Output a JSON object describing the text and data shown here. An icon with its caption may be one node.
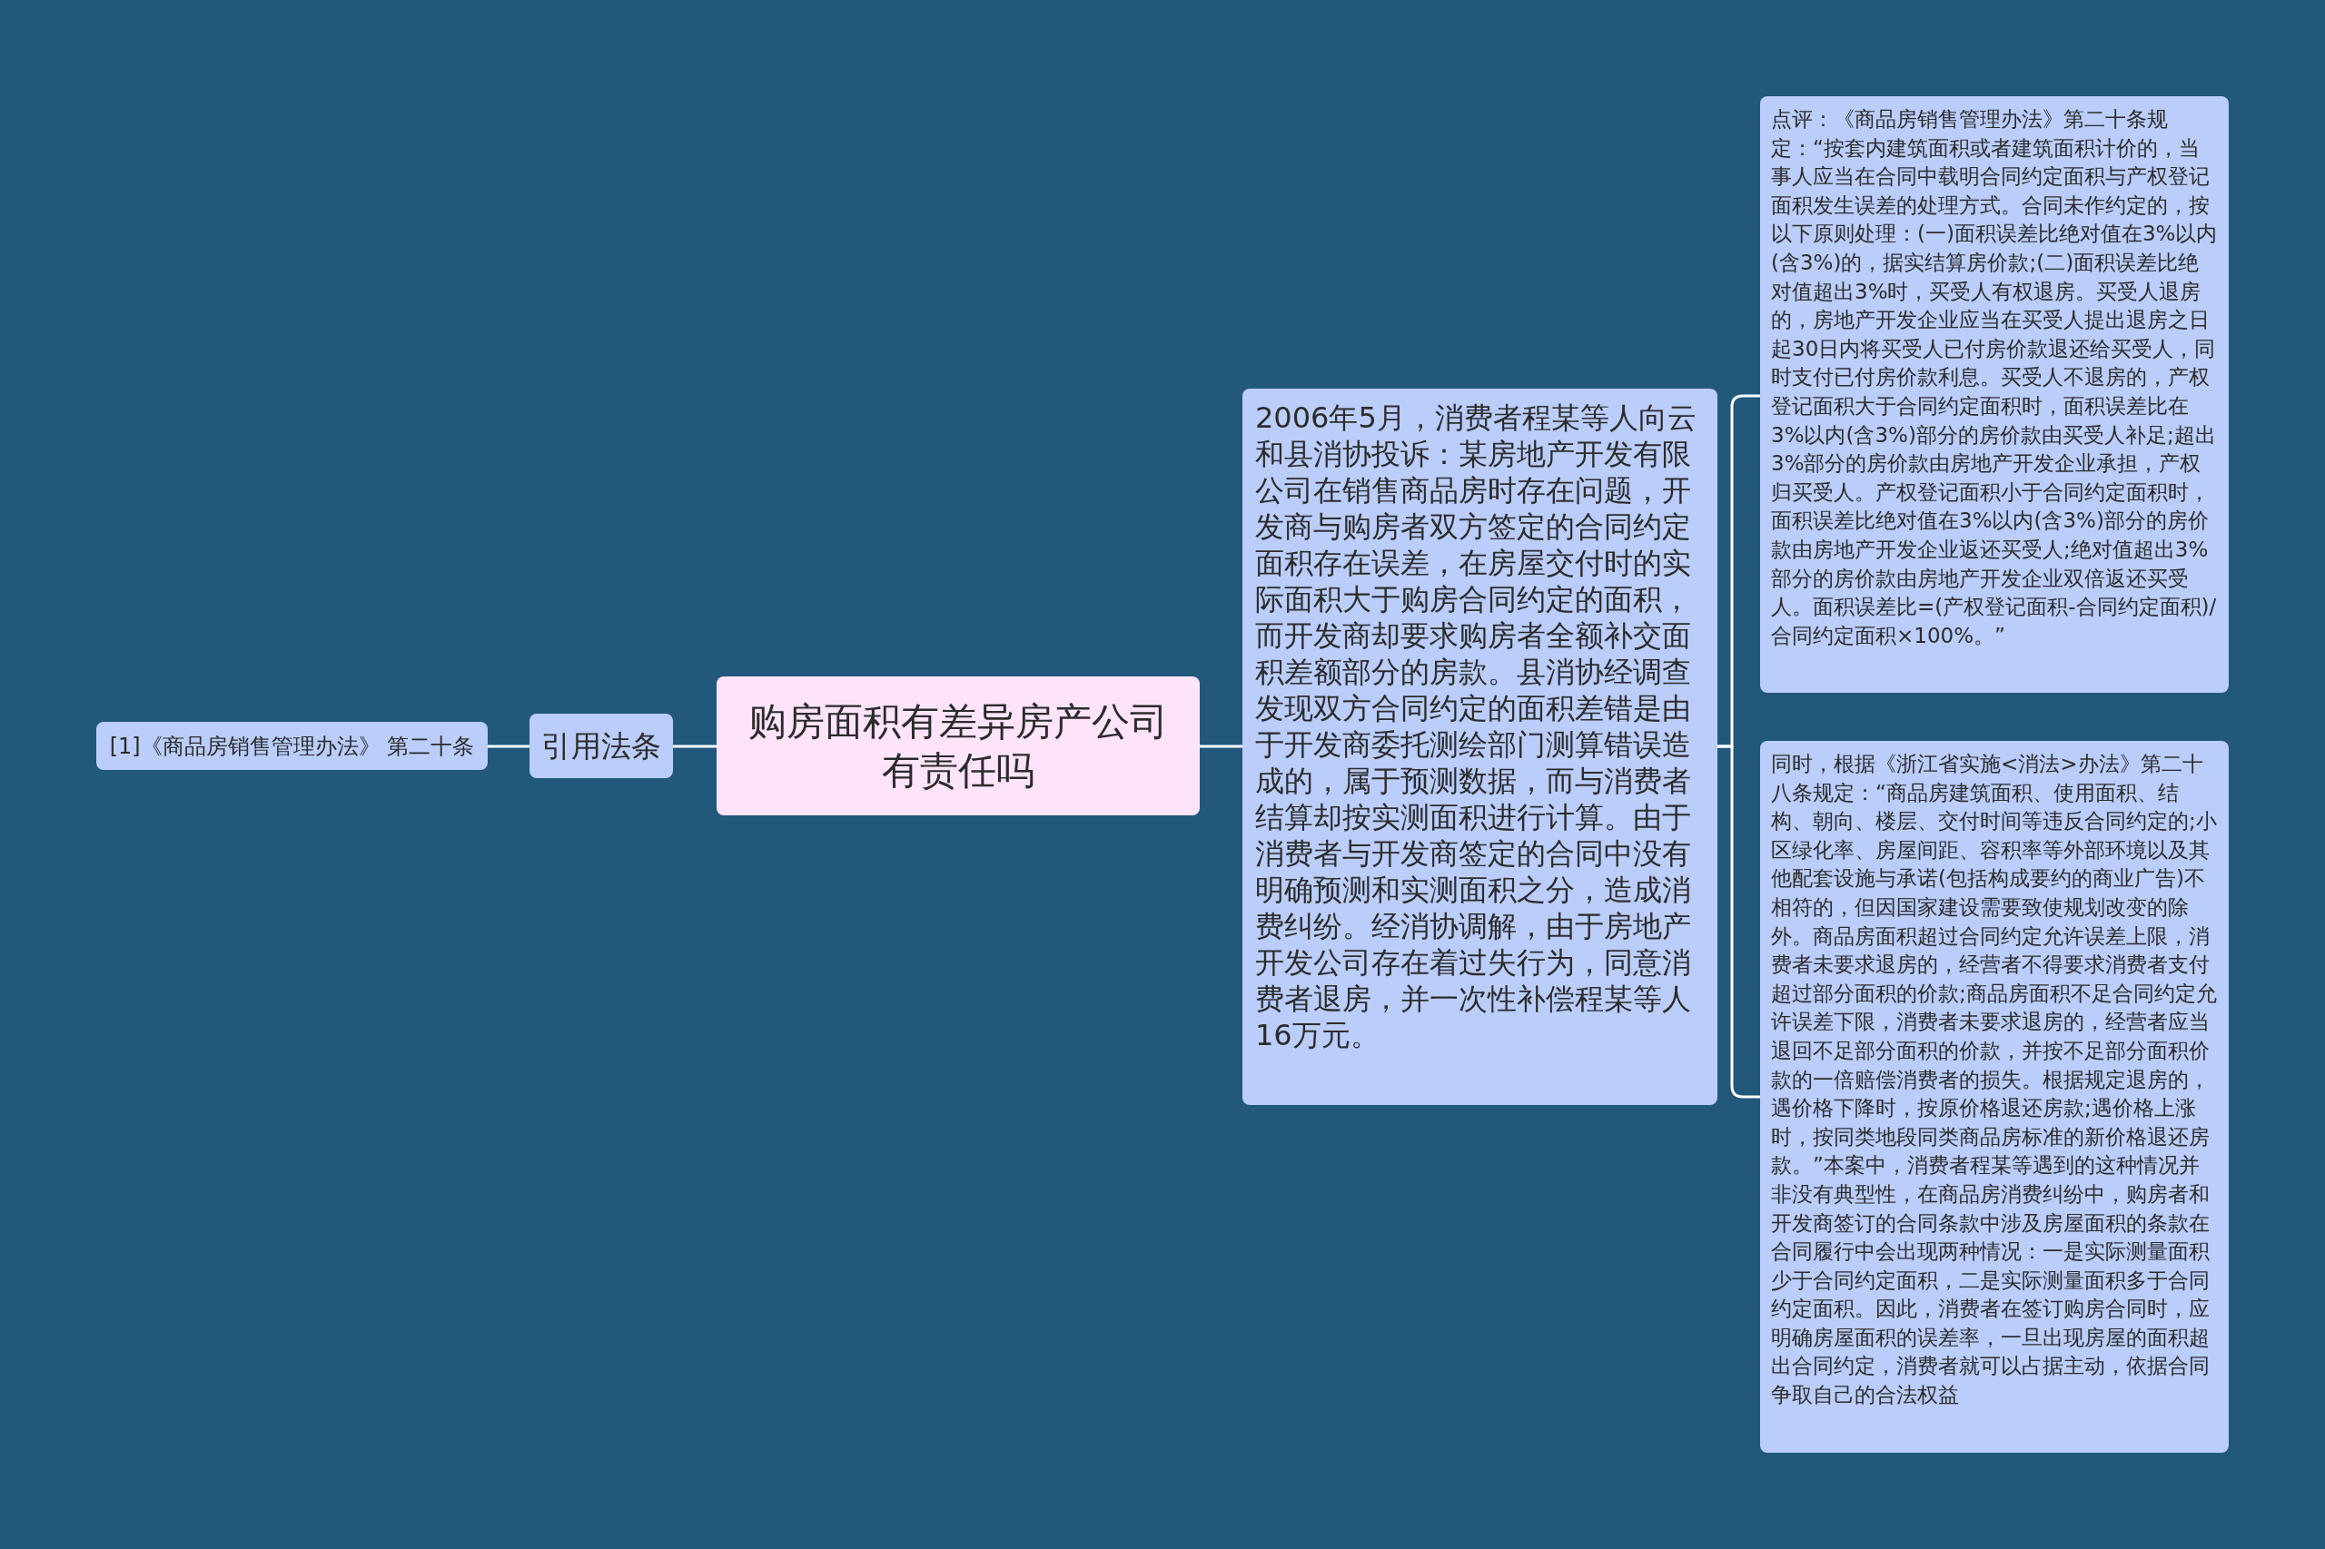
{
  "diagram": {
    "nodes": [
      {
        "text": [
          "购房面积有差异房产公司有责任吗"
        ]
      },
      {
        "text": [
          "引用法条"
        ]
      },
      {
        "text": [
          "[1]《商品房销售管理办法》 第二十条"
        ]
      },
      {
        "text": [
          "2006年5月，消费者程某等人向云和县消协投诉：某房地产开发有限公司在销售商品房时存在问题，开发商与购房者双方签定的合同约定面积存在误差，在房屋交付时的实际面积大于购房合同约定的面积，而开发商却要求购房者全额补交面积差额部分的房款。县消协经调查发现双方合同约定的面积差错是由于开发商委托测绘部门测算错误造成的，属于预测数据，而与消费者结算却按实测面积进行计算。由于消费者与开发商签定的合同中没有明确预测和实测面积之分，造成消费纠纷。经消协调解，由于房地产开发公司存在着过失行为，同意消费者退房，并一次性补偿程某等人16万元。"
        ]
      },
      {
        "text": [
          "点评：《商品房销售管理办法》第二十条规定：“按套内建筑面积或者建筑面积计价的，当事人应当在合同中载明合同约定面积与产权登记面积发生误差的处理方式。合同未作约定的，按以下原则处理：(一)面积误差比绝对值在3%以内(含3%)的，据实结算房价款;(二)面积误差比绝对值超出3%时，买受人有权退房。买受人退房的，房地产开发企业应当在买受人提出退房之日起30日内将买受人已付房价款退还给买受人，同时支付已付房价款利息。买受人不退房的，产权登记面积大于合同约定面积时，面积误差比在3%以内(含3%)部分的房价款由买受人补足;超出3%部分的房价款由房地产开发企业承担，产权归买受人。产权登记面积小于合同约定面积时，面积误差比绝对值在3%以内(含3%)部分的房价款由房地产开发企业返还买受人;绝对值超出3%部分的房价款由房地产开发企业双倍返还买受人。面积误差比=(产权登记面积-合同约定面积)/合同约定面积×100%。”"
        ]
      },
      {
        "text": [
          "同时，根据《浙江省实施<消法>办法》第二十八条规定：“商品房建筑面积、使用面积、结构、朝向、楼层、交付时间等违反合同约定的;小区绿化率、房屋间距、容积率等外部环境以及其他配套设施与承诺(包括构成要约的商业广告)不相符的，但因国家建设需要致使规划改变的除外。商品房面积超过合同约定允许误差上限，消费者未要求退房的，经营者不得要求消费者支付超过部分面积的价款;商品房面积不足合同约定允许误差下限，消费者未要求退房的，经营者应当退回不足部分面积的价款，并按不足部分面积价款的一倍赔偿消费者的损失。根据规定退房的，遇价格下降时，按原价格退还房款;遇价格上涨时，按同类地段同类商品房标准的新价格退还房款。”本案中，消费者程某等遇到的这种情况并非没有典型性，在商品房消费纠纷中，购房者和开发商签订的合同条款中涉及房屋面积的条款在合同履行中会出现两种情况：一是实际测量面积少于合同约定面积，二是实际测量面积多于合同约定面积。因此，消费者在签订购房合同时，应明确房屋面积的误差率，一旦出现房屋的面积超出合同约定，消费者就可以占据主动，依据合同争取自己的合法权益"
        ]
      }
    ],
    "edges": [
      {
        "from": 0,
        "to": 1,
        "arrow": "none"
      },
      {
        "from": 1,
        "to": 2,
        "arrow": "none"
      },
      {
        "from": 0,
        "to": 3,
        "arrow": "none"
      },
      {
        "from": 3,
        "to": 4,
        "arrow": "none"
      },
      {
        "from": 3,
        "to": 5,
        "arrow": "none"
      }
    ]
  }
}
